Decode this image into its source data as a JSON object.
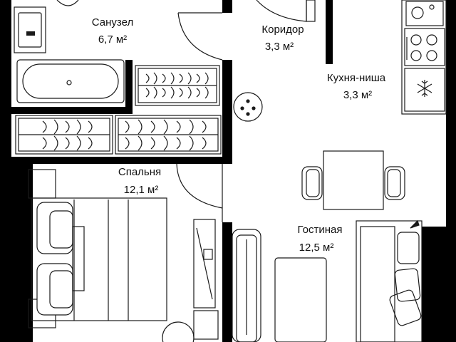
{
  "rooms": {
    "bathroom": {
      "name": "Санузел",
      "area": "6,7 м²"
    },
    "corridor": {
      "name": "Коридор",
      "area": "3,3 м²"
    },
    "kitchen": {
      "name": "Кухня-ниша",
      "area": "3,3 м²"
    },
    "bedroom": {
      "name": "Спальня",
      "area": "12,1 м²"
    },
    "living": {
      "name": "Гостиная",
      "area": "12,5 м²"
    }
  },
  "colors": {
    "wall": "#000000",
    "line": "#1a1a1a",
    "background": "#ffffff"
  },
  "icons": [
    "snowflake-icon",
    "stove-icon",
    "sink-icon",
    "bathtub-icon"
  ]
}
